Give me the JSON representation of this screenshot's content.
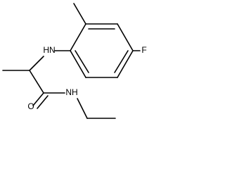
{
  "molecule": {
    "atoms": {
      "nh_top": "HN",
      "fluorine": "F",
      "oxygen": "O",
      "nh_bottom": "NH"
    }
  }
}
